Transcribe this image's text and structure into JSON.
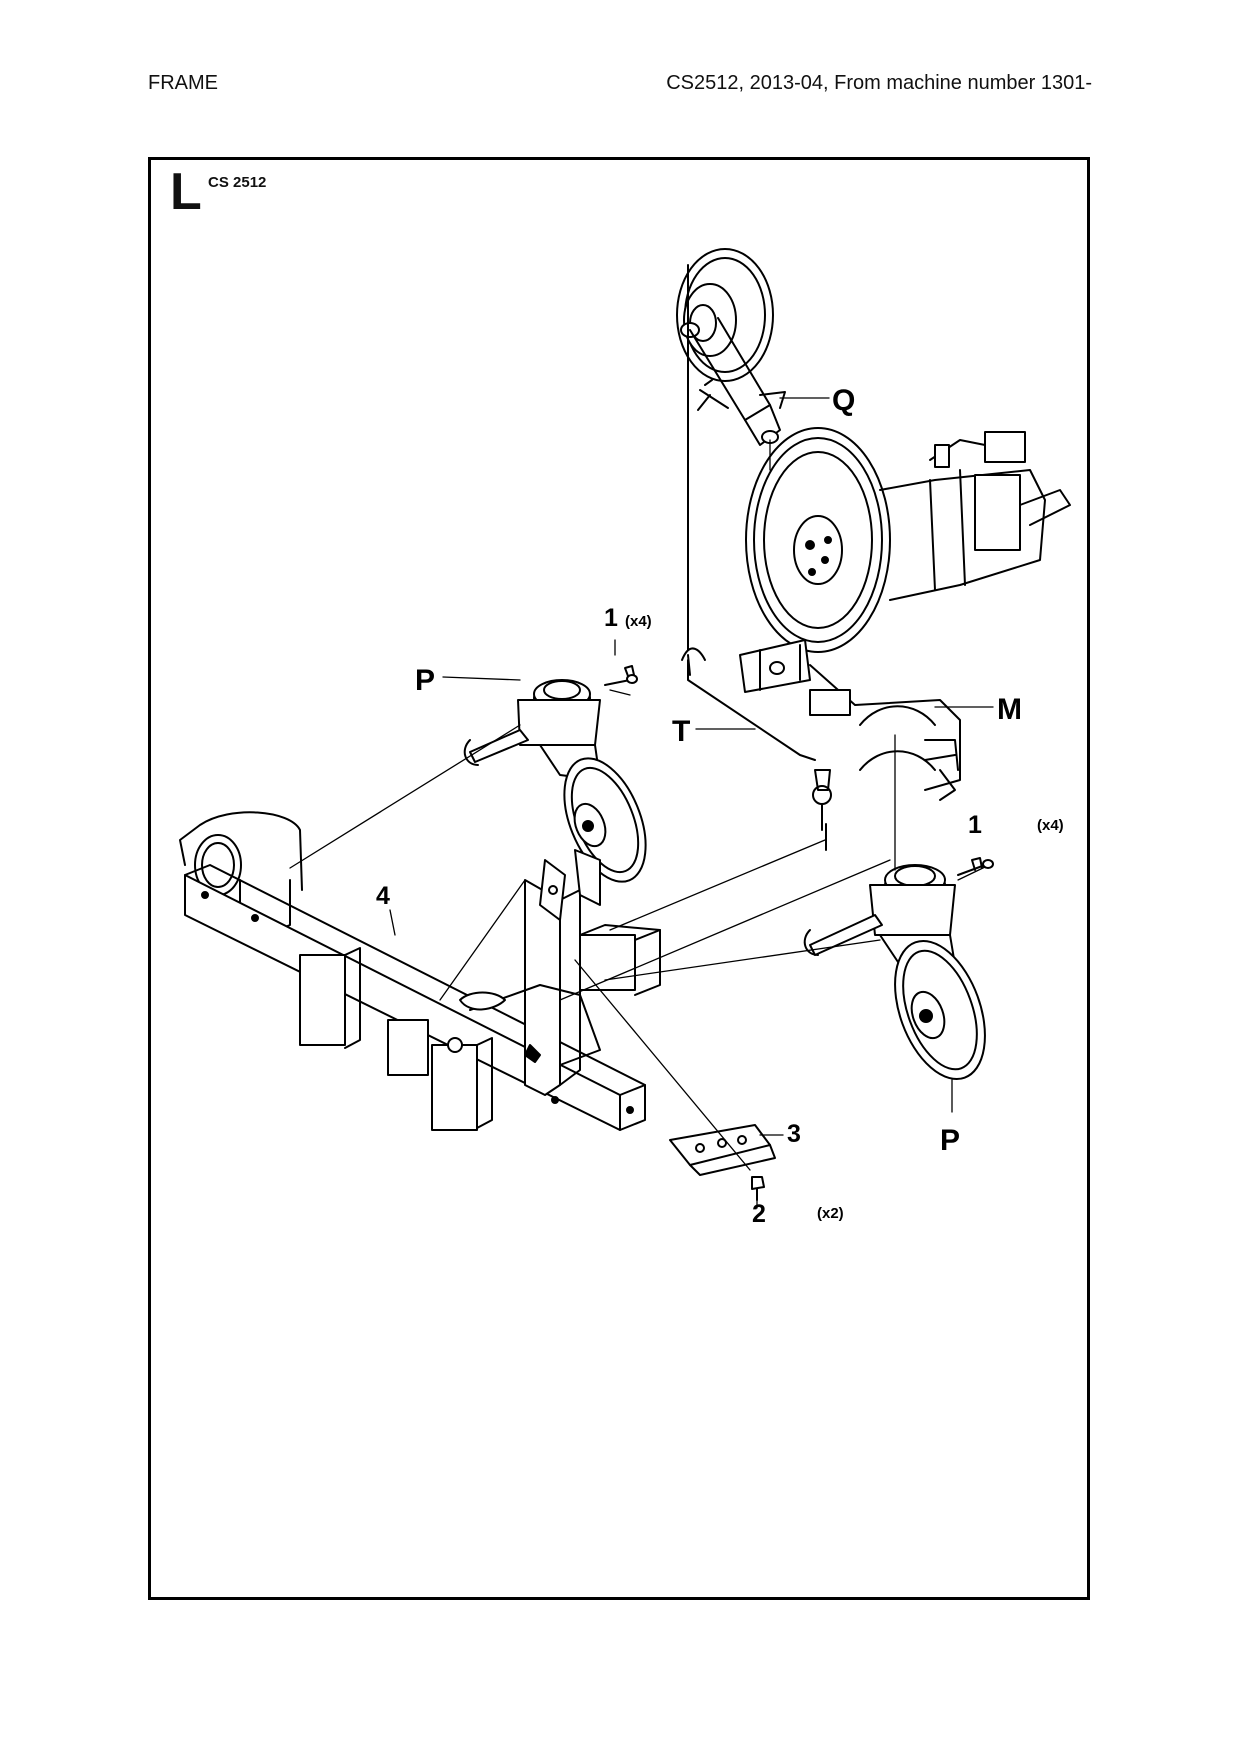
{
  "header": {
    "section": "FRAME",
    "model_info": "CS2512, 2013-04, From machine number 1301-"
  },
  "panel": {
    "letter": "L",
    "model": "CS 2512"
  },
  "callouts": {
    "Q": "Q",
    "M": "M",
    "T": "T",
    "P_top": "P",
    "P_bottom": "P",
    "item1_top": "1",
    "item1_top_qty": "(x4)",
    "item1_right": "1",
    "item1_right_qty": "(x4)",
    "item2": "2",
    "item2_qty": "(x2)",
    "item3": "3",
    "item4": "4"
  }
}
